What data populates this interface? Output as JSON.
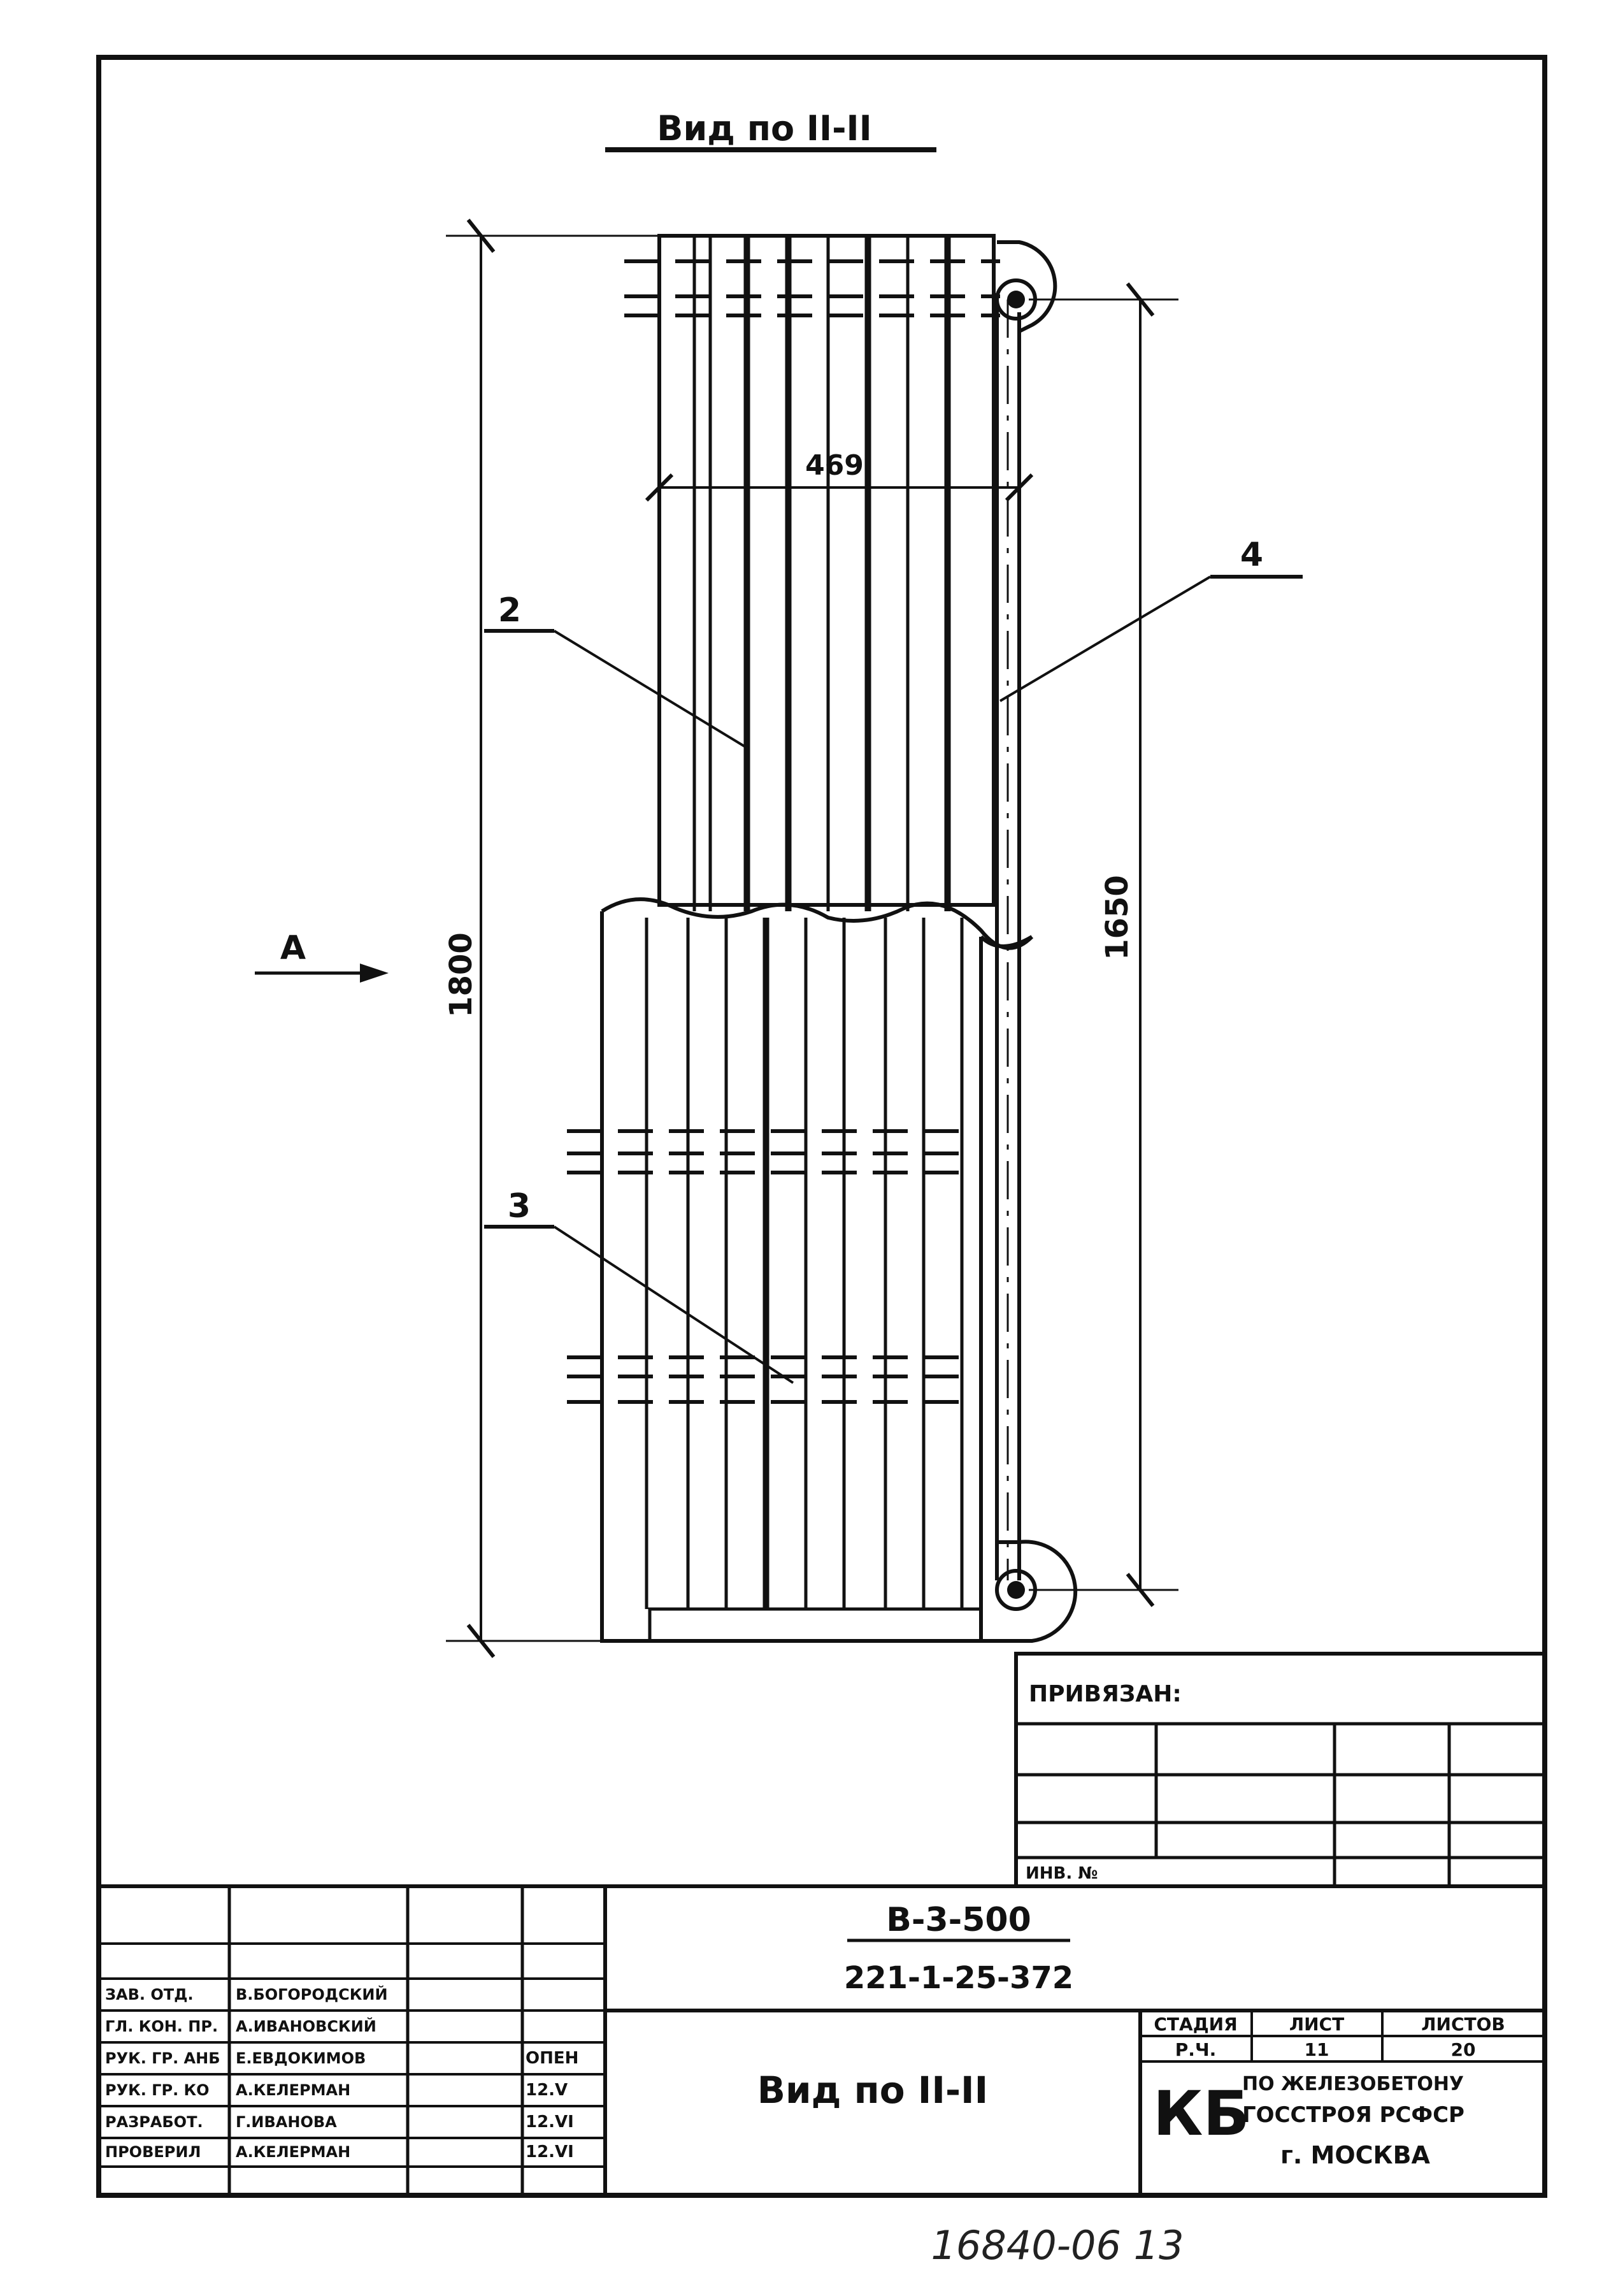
{
  "view_title": "Вид по II-II",
  "dimensions": {
    "total_height": "1800",
    "inner_height": "1650",
    "width": "469"
  },
  "callouts": {
    "item2": "2",
    "item3": "3",
    "item4": "4",
    "arrow_a": "A"
  },
  "binding_block": {
    "title": "ПРИВЯЗАН:",
    "inv_label": "ИНВ. №"
  },
  "title_block": {
    "designation_line1": "В-3-500",
    "designation_line2": "221-1-25-372",
    "sheet_title": "Вид по II-II",
    "stage_header": "СТАДИЯ",
    "sheet_header": "ЛИСТ",
    "sheets_header": "ЛИСТОВ",
    "stage_value": "Р.Ч.",
    "sheet_value": "11",
    "sheets_value": "20",
    "org_logo": "КБ",
    "org_line1": "ПО ЖЕЛЕЗОБЕТОНУ",
    "org_line2": "ГОССТРОЯ РСФСР",
    "org_line3": "г. МОСКВА",
    "signatures": [
      {
        "role": "ЗАВ. ОТД.",
        "name": "В.БОГОРОДСКИЙ",
        "date": ""
      },
      {
        "role": "ГЛ. КОН. ПР.",
        "name": "А.ИВАНОВСКИЙ",
        "date": ""
      },
      {
        "role": "РУК. ГР. АНБ",
        "name": "Е.ЕВДОКИМОВ",
        "date": "ОПЕН"
      },
      {
        "role": "РУК. ГР. КО",
        "name": "А.КЕЛЕРМАН",
        "date": "12.V"
      },
      {
        "role": "РАЗРАБОТ.",
        "name": "Г.ИВАНОВА",
        "date": "12.VI"
      },
      {
        "role": "ПРОВЕРИЛ",
        "name": "А.КЕЛЕРМАН",
        "date": "12.VI"
      }
    ]
  },
  "archive_number": "16840-06 13"
}
